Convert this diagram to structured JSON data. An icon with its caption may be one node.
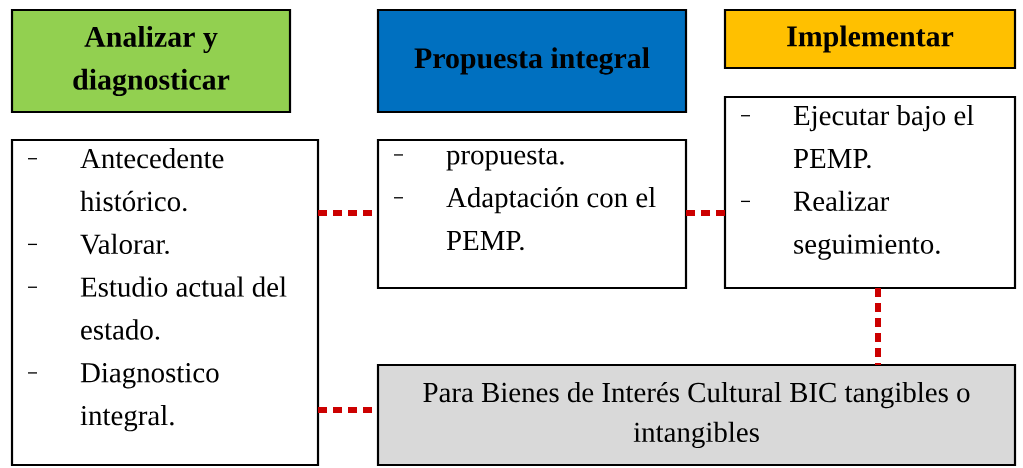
{
  "diagram": {
    "nodes": [
      {
        "text": [
          "Analizar y diagnosticar"
        ]
      },
      {
        "text": [
          "Propuesta integral"
        ]
      },
      {
        "text": [
          "Implementar"
        ]
      },
      {
        "text": [
          "Antecedente histórico.",
          "Valorar.",
          "Estudio actual del estado.",
          "Diagnostico integral."
        ]
      },
      {
        "text": [
          "propuesta.",
          "Adaptación con el PEMP."
        ]
      },
      {
        "text": [
          "Ejecutar bajo el PEMP.",
          "Realizar seguimiento."
        ]
      },
      {
        "text": [
          "Para Bienes de Interés Cultural BIC tangibles o intangibles"
        ]
      }
    ],
    "edges": [
      {
        "from": 3,
        "to": 4,
        "arrow": "none",
        "style": "dashed"
      },
      {
        "from": 4,
        "to": 5,
        "arrow": "none",
        "style": "dashed"
      },
      {
        "from": 5,
        "to": 6,
        "arrow": "none",
        "style": "dashed"
      },
      {
        "from": 3,
        "to": 6,
        "arrow": "none",
        "style": "dashed"
      }
    ]
  }
}
